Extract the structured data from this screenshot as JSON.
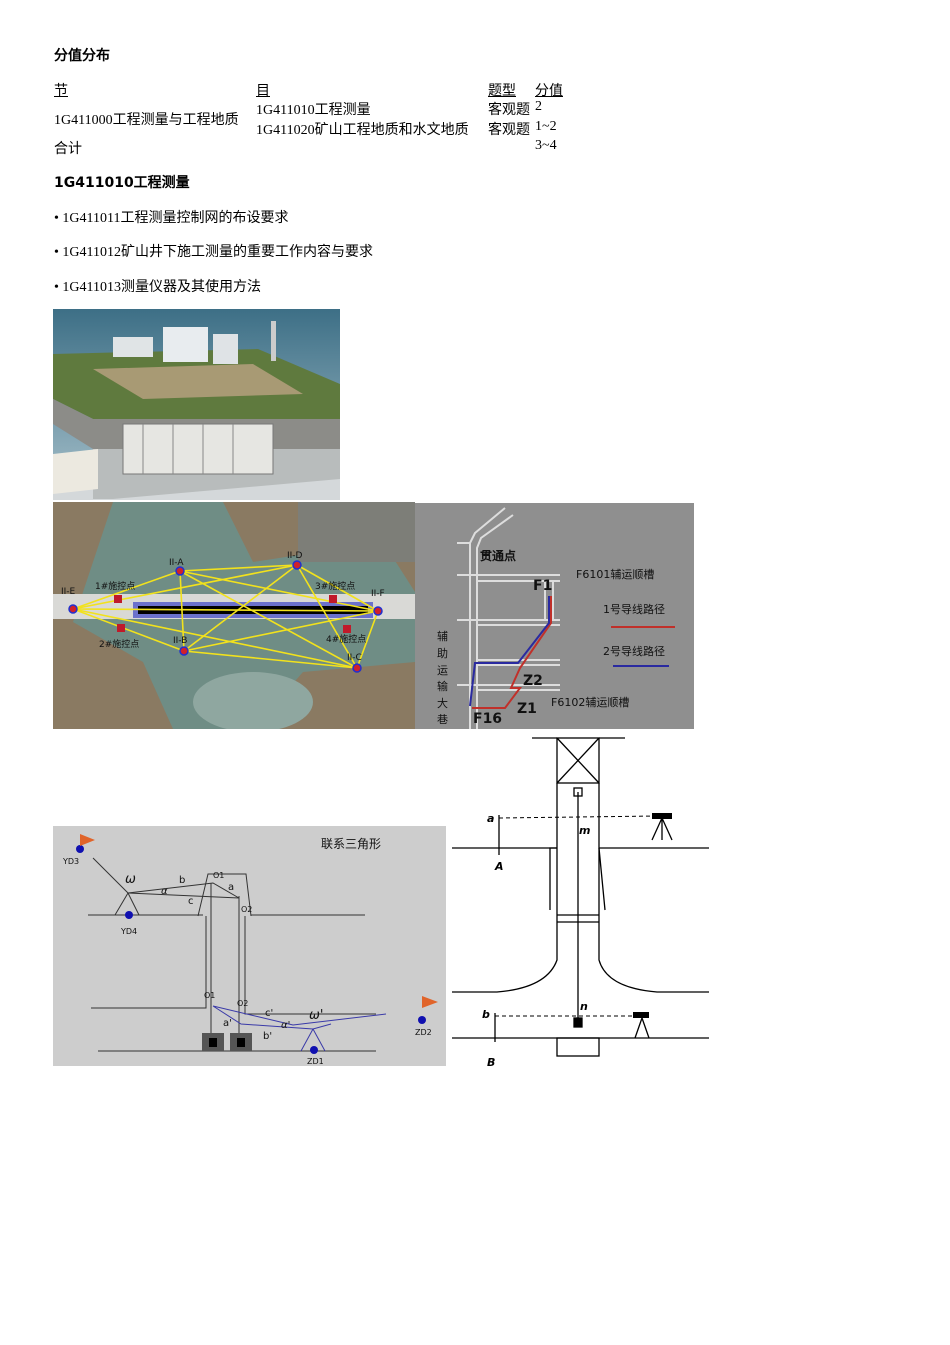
{
  "heading": "分值分布",
  "table": {
    "headers": [
      "节",
      "目",
      "题型",
      "分值"
    ],
    "section": "1G411000工程测量与工程地质",
    "rows": [
      {
        "item": "1G411010工程测量",
        "type": "客观题",
        "score": "2"
      },
      {
        "item": "1G411020矿山工程地质和水文地质",
        "type": "客观题",
        "score": "1~2"
      }
    ],
    "total_label": "合计",
    "total_score": "3~4"
  },
  "subheading": "1G411010工程测量",
  "bullets": [
    "• 1G411011工程测量控制网的布设要求",
    "• 1G411012矿山井下施工测量的重要工作内容与要求",
    "• 1G411013测量仪器及其使用方法"
  ],
  "map_figure": {
    "points": [
      "II-E",
      "II-A",
      "II-D",
      "II-F",
      "II-B",
      "II-C"
    ],
    "controls": [
      "1#施控点",
      "2#施控点",
      "3#施控点",
      "4#施控点"
    ]
  },
  "traverse_figure": {
    "labels": {
      "through_point": "贯通点",
      "top_slot": "F6101辅运顺槽",
      "bottom_slot": "F6102辅运顺槽",
      "main_road": [
        "辅",
        "助",
        "运",
        "输",
        "大",
        "巷"
      ],
      "f1": "F1",
      "f16": "F16",
      "z1": "Z1",
      "z2": "Z2"
    },
    "legend": [
      {
        "name": "1号导线路径",
        "color": "#c0302a"
      },
      {
        "name": "2号导线路径",
        "color": "#2a2aa0"
      }
    ]
  },
  "triangle_figure": {
    "title": "联系三角形",
    "labels": {
      "yd3": "YD3",
      "yd4": "YD4",
      "zd1": "ZD1",
      "zd2": "ZD2",
      "omega": "ω",
      "omega2": "ω'",
      "alpha": "α",
      "alpha2": "α'",
      "a": "a",
      "b": "b",
      "c": "c",
      "a2": "a'",
      "b2": "b'",
      "c2": "c'",
      "o1": "O1",
      "o2": "O2"
    }
  },
  "shaft_figure": {
    "labels": {
      "a": "a",
      "m": "m",
      "A": "A",
      "n": "n",
      "b": "b",
      "B": "B"
    }
  }
}
